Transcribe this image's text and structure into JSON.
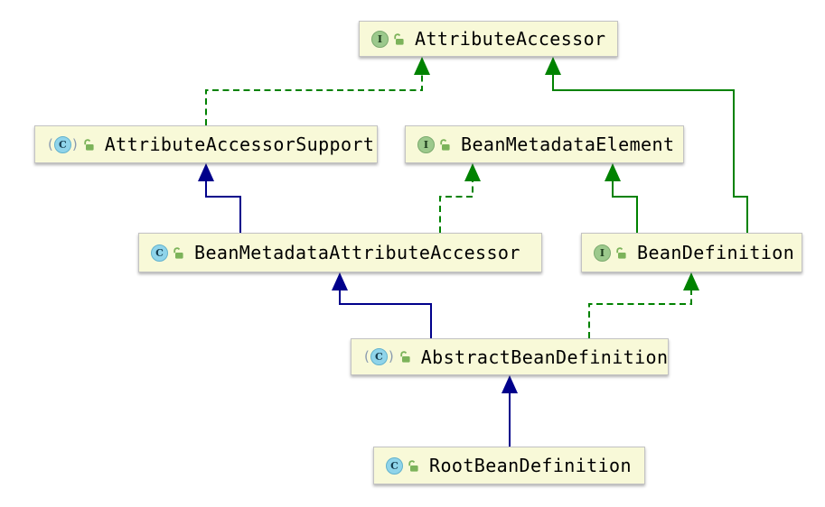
{
  "diagram": {
    "type": "uml-class-diagram",
    "nodes": [
      {
        "id": "attribute-accessor",
        "label": "AttributeAccessor",
        "kind": "interface",
        "badge": "I"
      },
      {
        "id": "attribute-accessor-support",
        "label": "AttributeAccessorSupport",
        "kind": "abstract-class",
        "badge": "C"
      },
      {
        "id": "bean-metadata-element",
        "label": "BeanMetadataElement",
        "kind": "interface",
        "badge": "I"
      },
      {
        "id": "bean-metadata-attribute-accessor",
        "label": "BeanMetadataAttributeAccessor",
        "kind": "class",
        "badge": "C"
      },
      {
        "id": "bean-definition",
        "label": "BeanDefinition",
        "kind": "interface",
        "badge": "I"
      },
      {
        "id": "abstract-bean-definition",
        "label": "AbstractBeanDefinition",
        "kind": "abstract-class",
        "badge": "C"
      },
      {
        "id": "root-bean-definition",
        "label": "RootBeanDefinition",
        "kind": "class",
        "badge": "C"
      }
    ],
    "icons": {
      "abstract_paren_open": "(",
      "abstract_paren_close": ")"
    },
    "edges": [
      {
        "from": "AttributeAccessorSupport",
        "to": "AttributeAccessor",
        "type": "implements",
        "style": "dashed-green"
      },
      {
        "from": "BeanDefinition",
        "to": "AttributeAccessor",
        "type": "extends",
        "style": "solid-green"
      },
      {
        "from": "BeanDefinition",
        "to": "BeanMetadataElement",
        "type": "extends",
        "style": "solid-green"
      },
      {
        "from": "BeanMetadataAttributeAccessor",
        "to": "BeanMetadataElement",
        "type": "implements",
        "style": "dashed-green"
      },
      {
        "from": "BeanMetadataAttributeAccessor",
        "to": "AttributeAccessorSupport",
        "type": "extends",
        "style": "solid-blue"
      },
      {
        "from": "AbstractBeanDefinition",
        "to": "BeanMetadataAttributeAccessor",
        "type": "extends",
        "style": "solid-blue"
      },
      {
        "from": "AbstractBeanDefinition",
        "to": "BeanDefinition",
        "type": "implements",
        "style": "dashed-green"
      },
      {
        "from": "RootBeanDefinition",
        "to": "AbstractBeanDefinition",
        "type": "extends",
        "style": "solid-blue"
      }
    ],
    "colors": {
      "interface_edge_green": "#008200",
      "class_edge_blue": "#00008B",
      "node_fill": "#F8F9D8",
      "node_border": "#C3C3C3",
      "interface_badge": "#9CC98C",
      "class_badge": "#8FD4EA",
      "lock_icon": "#7CB35A",
      "background": "#FFFFFF"
    }
  }
}
